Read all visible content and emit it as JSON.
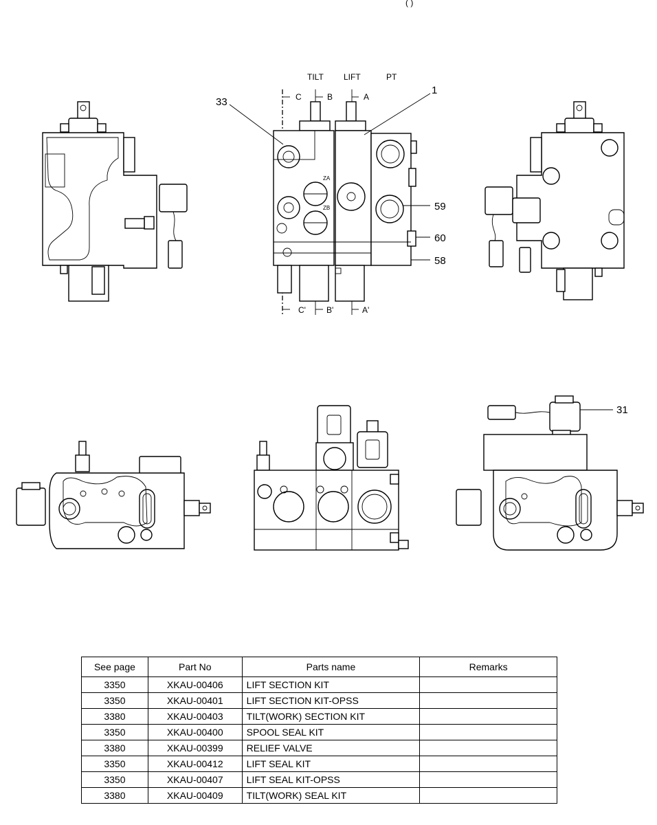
{
  "header_fragment": "(          )",
  "diagram": {
    "port_labels": {
      "tilt": "TILT",
      "lift": "LIFT",
      "pt": "PT"
    },
    "section_marks": {
      "c": "C",
      "b": "B",
      "a": "A",
      "c_prime": "C'",
      "b_prime": "B'",
      "a_prime": "A'"
    },
    "port_marks": {
      "za": "ZA",
      "zb": "ZB"
    },
    "callouts": {
      "c33": "33",
      "c1": "1",
      "c59": "59",
      "c60": "60",
      "c58": "58",
      "c31": "31"
    }
  },
  "table": {
    "headers": [
      "See page",
      "Part No",
      "Parts name",
      "Remarks"
    ],
    "rows": [
      {
        "page": "3350",
        "part_no": "XKAU-00406",
        "name": "LIFT SECTION KIT",
        "remarks": ""
      },
      {
        "page": "3350",
        "part_no": "XKAU-00401",
        "name": "LIFT SECTION KIT-OPSS",
        "remarks": ""
      },
      {
        "page": "3380",
        "part_no": "XKAU-00403",
        "name": "TILT(WORK) SECTION KIT",
        "remarks": ""
      },
      {
        "page": "3350",
        "part_no": "XKAU-00400",
        "name": "SPOOL SEAL KIT",
        "remarks": ""
      },
      {
        "page": "3380",
        "part_no": "XKAU-00399",
        "name": "RELIEF VALVE",
        "remarks": ""
      },
      {
        "page": "3350",
        "part_no": "XKAU-00412",
        "name": "LIFT SEAL KIT",
        "remarks": ""
      },
      {
        "page": "3350",
        "part_no": "XKAU-00407",
        "name": "LIFT SEAL KIT-OPSS",
        "remarks": ""
      },
      {
        "page": "3380",
        "part_no": "XKAU-00409",
        "name": "TILT(WORK) SEAL KIT",
        "remarks": ""
      }
    ]
  }
}
